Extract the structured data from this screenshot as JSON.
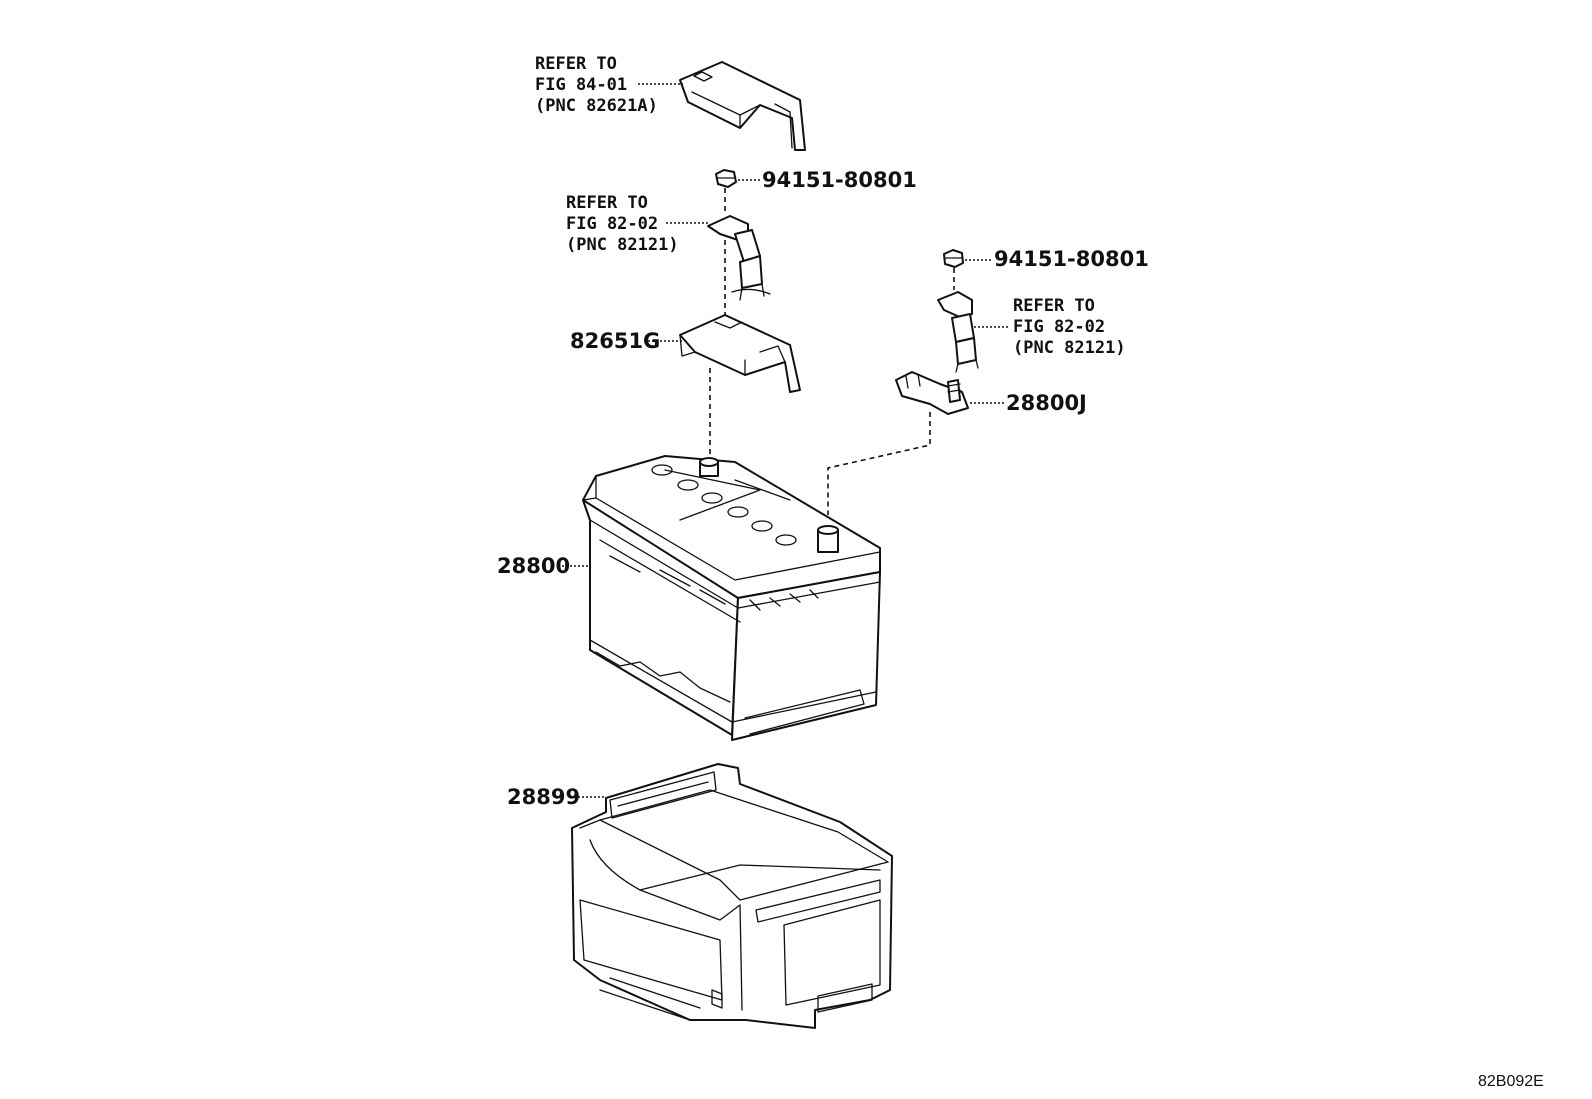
{
  "callouts": {
    "cover_ref": [
      "REFER TO",
      "FIG 84-01",
      "(PNC 82621A)"
    ],
    "cable_ref_left": [
      "REFER TO",
      "FIG 82-02",
      "(PNC 82121)"
    ],
    "cable_ref_right": [
      "REFER TO",
      "FIG 82-02",
      "(PNC 82121)"
    ]
  },
  "parts": {
    "nut_left": "94151-80801",
    "nut_right": "94151-80801",
    "terminal_cover": "82651G",
    "clamp": "28800J",
    "battery": "28800",
    "tray": "28899"
  },
  "figure_code": "82B092E"
}
